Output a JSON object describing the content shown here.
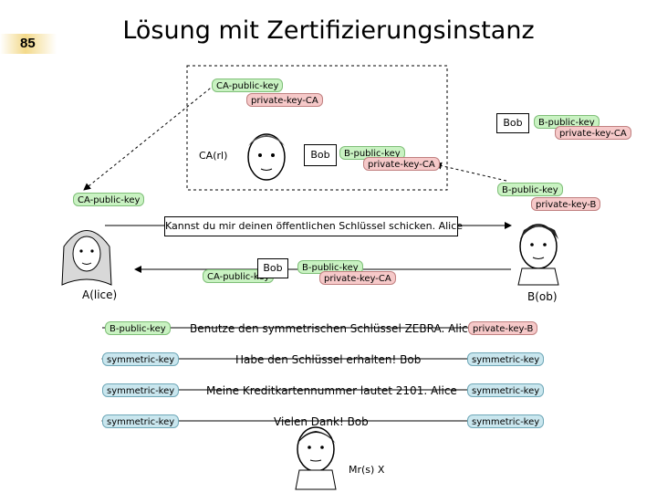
{
  "slide": {
    "number": "85",
    "title": "Lösung mit Zertifizierungsinstanz"
  },
  "ca": {
    "label": "CA(rl)",
    "public_key": "CA-public-key",
    "private_key": "private-key-CA"
  },
  "certificates": {
    "top_bob": "Bob",
    "top_key": "B-public-key",
    "top_sig": "private-key-CA",
    "mid_bob": "Bob",
    "mid_key": "B-public-key",
    "mid_sig": "private-key-CA",
    "low_bob": "Bob",
    "low_ca_key": "CA-public-key",
    "low_key": "B-public-key",
    "low_sig": "private-key-CA"
  },
  "keys": {
    "left_ca_public": "CA-public-key",
    "right_b_public": "B-public-key",
    "right_private_b": "private-key-B"
  },
  "request_message": "Kannst du mir deinen öffentlichen Schlüssel schicken. Alice",
  "alice_label": "A(lice)",
  "bob_label": "B(ob)",
  "attacker_label": "Mr(s) X",
  "exchange": [
    {
      "left_key": "B-public-key",
      "text": "Benutze den symmetrischen Schlüssel ZEBRA. Alice",
      "right_key": "private-key-B"
    },
    {
      "left_key": "symmetric-key",
      "text": "Habe den Schlüssel erhalten! Bob",
      "right_key": "symmetric-key"
    },
    {
      "left_key": "symmetric-key",
      "text": "Meine Kreditkartennummer lautet 2101. Alice",
      "right_key": "symmetric-key"
    },
    {
      "left_key": "symmetric-key",
      "text": "Vielen Dank! Bob",
      "right_key": "symmetric-key"
    }
  ],
  "colors": {
    "public_key": "#c9f2c2",
    "private_key": "#f6c9c9",
    "symmetric_key": "#c9e6ee",
    "badge": "#f3d98a"
  }
}
